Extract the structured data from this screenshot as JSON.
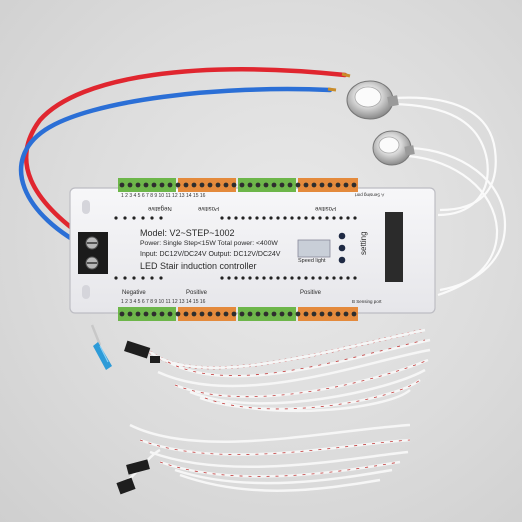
{
  "board": {
    "model": "Model: V2~STEP~1002",
    "power": "Power: Single Step<15W Total power: <400W",
    "input": "Input: DC12V/DC24V Output: DC12V/DC24V",
    "name": "LED Stair induction controller",
    "speed_light": "Speed light",
    "setting": "setting",
    "top_negative": "Negative",
    "top_positive_1": "Positive",
    "top_positive_2": "Positive",
    "bottom_negative": "Negative",
    "bottom_positive_1": "Positive",
    "bottom_positive_2": "Positive",
    "sensing_port_a": "A Sensing port",
    "sensing_port_b": "B Sensing port",
    "top_numbers": "1 2 3 4 5 6 7 8 9 10 11 12 13 14 15 16",
    "bottom_numbers": "1 2 3 4 5 6 7 8 9 10 11 12 13 14 15 16"
  },
  "colors": {
    "board_white": "#f2f2f4",
    "terminal_green": "#6db64a",
    "terminal_orange": "#e48a3c",
    "wire_red": "#e0262f",
    "wire_blue": "#2b6fd6",
    "screwdriver_blue": "#2d9bd8",
    "cable_white": "#f6f6f6",
    "cable_red_stripe": "#c23a3a"
  }
}
